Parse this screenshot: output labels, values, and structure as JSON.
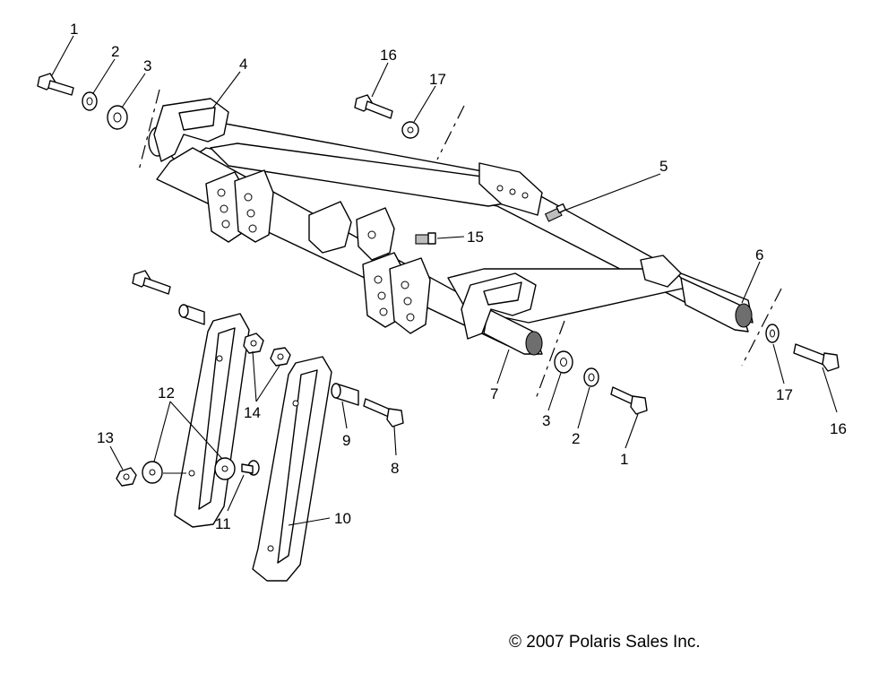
{
  "callouts": {
    "c1a": "1",
    "c2a": "2",
    "c3a": "3",
    "c4": "4",
    "c5": "5",
    "c6": "6",
    "c7": "7",
    "c3b": "3",
    "c2b": "2",
    "c1b": "1",
    "c16a": "16",
    "c17a": "17",
    "c17b": "17",
    "c16b": "16",
    "c15": "15",
    "c12": "12",
    "c13": "13",
    "c14": "14",
    "c11": "11",
    "c9": "9",
    "c8": "8",
    "c10": "10"
  },
  "copyright": "© 2007 Polaris Sales Inc."
}
